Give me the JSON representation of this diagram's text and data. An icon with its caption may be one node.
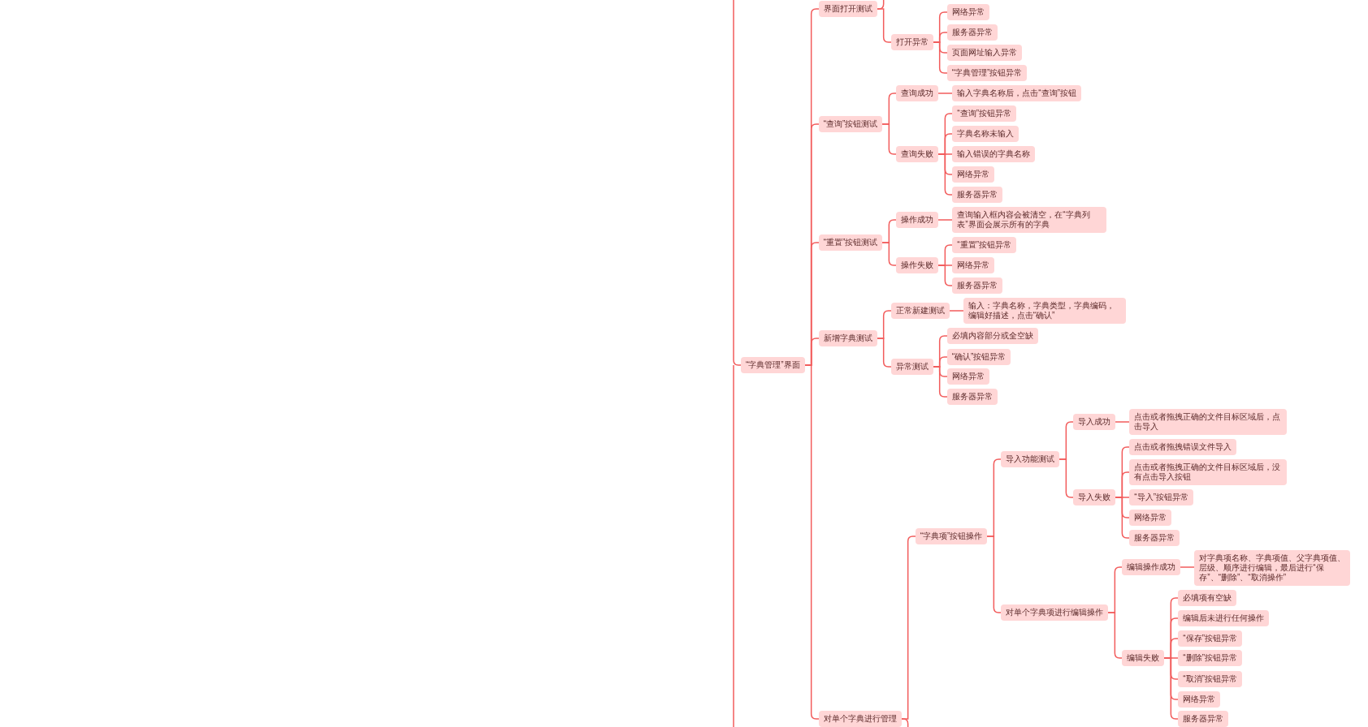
{
  "diagram": {
    "nodes": [
      {
        "text": [
          "“字典管理”界面"
        ]
      },
      {
        "text": [
          "界面打开测试"
        ]
      },
      {
        "text": [
          "打开异常"
        ]
      },
      {
        "text": [
          "网络异常"
        ]
      },
      {
        "text": [
          "服务器异常"
        ]
      },
      {
        "text": [
          "页面网址输入异常"
        ]
      },
      {
        "text": [
          "“字典管理”按钮异常"
        ]
      },
      {
        "text": [
          "“查询”按钮测试"
        ]
      },
      {
        "text": [
          "查询成功"
        ]
      },
      {
        "text": [
          "输入字典名称后，点击“查询”按钮"
        ]
      },
      {
        "text": [
          "查询失败"
        ]
      },
      {
        "text": [
          "“查询”按钮异常"
        ]
      },
      {
        "text": [
          "字典名称未输入"
        ]
      },
      {
        "text": [
          "输入错误的字典名称"
        ]
      },
      {
        "text": [
          "网络异常"
        ]
      },
      {
        "text": [
          "服务器异常"
        ]
      },
      {
        "text": [
          "“重置”按钮测试"
        ]
      },
      {
        "text": [
          "操作成功"
        ]
      },
      {
        "text": [
          "查询输入框内容会被清空，在“字典列表”界面会展示所有的字典"
        ]
      },
      {
        "text": [
          "操作失败"
        ]
      },
      {
        "text": [
          "“重置”按钮异常"
        ]
      },
      {
        "text": [
          "网络异常"
        ]
      },
      {
        "text": [
          "服务器异常"
        ]
      },
      {
        "text": [
          "新增字典测试"
        ]
      },
      {
        "text": [
          "正常新建测试"
        ]
      },
      {
        "text": [
          "输入：字典名称，字典类型，字典编码，编辑好描述，点击“确认”"
        ]
      },
      {
        "text": [
          "异常测试"
        ]
      },
      {
        "text": [
          "必填内容部分或全空缺"
        ]
      },
      {
        "text": [
          "“确认”按钮异常"
        ]
      },
      {
        "text": [
          "网络异常"
        ]
      },
      {
        "text": [
          "服务器异常"
        ]
      },
      {
        "text": [
          "对单个字典进行管理"
        ]
      },
      {
        "text": [
          "“字典项”按钮操作"
        ]
      },
      {
        "text": [
          "导入功能测试"
        ]
      },
      {
        "text": [
          "导入成功"
        ]
      },
      {
        "text": [
          "点击或者拖拽正确的文件目标区域后，点击导入"
        ]
      },
      {
        "text": [
          "导入失败"
        ]
      },
      {
        "text": [
          "点击或者拖拽错误文件导入"
        ]
      },
      {
        "text": [
          "点击或者拖拽正确的文件目标区域后，没有点击导入按钮"
        ]
      },
      {
        "text": [
          "“导入”按钮异常"
        ]
      },
      {
        "text": [
          "网络异常"
        ]
      },
      {
        "text": [
          "服务器异常"
        ]
      },
      {
        "text": [
          "对单个字典项进行编辑操作"
        ]
      },
      {
        "text": [
          "编辑操作成功"
        ]
      },
      {
        "text": [
          "对字典项名称、字典项值、父字典项值、层级、顺序进行编辑，最后进行“保存”、“删除”、“取消操作”"
        ]
      },
      {
        "text": [
          "编辑失败"
        ]
      },
      {
        "text": [
          "必填项有空缺"
        ]
      },
      {
        "text": [
          "编辑后未进行任何操作"
        ]
      },
      {
        "text": [
          "“保存”按钮异常"
        ]
      },
      {
        "text": [
          "“删除”按钮异常"
        ]
      },
      {
        "text": [
          "“取消”按钮异常"
        ]
      },
      {
        "text": [
          "网络异常"
        ]
      },
      {
        "text": [
          "服务器异常"
        ]
      }
    ],
    "edges": [
      {
        "from": null,
        "to": 0,
        "arrow": "none"
      },
      {
        "from": 0,
        "to": 1,
        "arrow": "none"
      },
      {
        "from": 1,
        "to": null,
        "arrow": "none"
      },
      {
        "from": 1,
        "to": 2,
        "arrow": "none"
      },
      {
        "from": 2,
        "to": 3,
        "arrow": "none"
      },
      {
        "from": 2,
        "to": 4,
        "arrow": "none"
      },
      {
        "from": 2,
        "to": 5,
        "arrow": "none"
      },
      {
        "from": 2,
        "to": 6,
        "arrow": "none"
      },
      {
        "from": 0,
        "to": 7,
        "arrow": "none"
      },
      {
        "from": 7,
        "to": 8,
        "arrow": "none"
      },
      {
        "from": 8,
        "to": 9,
        "arrow": "none"
      },
      {
        "from": 7,
        "to": 10,
        "arrow": "none"
      },
      {
        "from": 10,
        "to": 11,
        "arrow": "none"
      },
      {
        "from": 10,
        "to": 12,
        "arrow": "none"
      },
      {
        "from": 10,
        "to": 13,
        "arrow": "none"
      },
      {
        "from": 10,
        "to": 14,
        "arrow": "none"
      },
      {
        "from": 10,
        "to": 15,
        "arrow": "none"
      },
      {
        "from": 0,
        "to": 16,
        "arrow": "none"
      },
      {
        "from": 16,
        "to": 17,
        "arrow": "none"
      },
      {
        "from": 17,
        "to": 18,
        "arrow": "none"
      },
      {
        "from": 16,
        "to": 19,
        "arrow": "none"
      },
      {
        "from": 19,
        "to": 20,
        "arrow": "none"
      },
      {
        "from": 19,
        "to": 21,
        "arrow": "none"
      },
      {
        "from": 19,
        "to": 22,
        "arrow": "none"
      },
      {
        "from": 0,
        "to": 23,
        "arrow": "none"
      },
      {
        "from": 23,
        "to": 24,
        "arrow": "none"
      },
      {
        "from": 24,
        "to": 25,
        "arrow": "none"
      },
      {
        "from": 23,
        "to": 26,
        "arrow": "none"
      },
      {
        "from": 26,
        "to": 27,
        "arrow": "none"
      },
      {
        "from": 26,
        "to": 28,
        "arrow": "none"
      },
      {
        "from": 26,
        "to": 29,
        "arrow": "none"
      },
      {
        "from": 26,
        "to": 30,
        "arrow": "none"
      },
      {
        "from": 0,
        "to": 31,
        "arrow": "none"
      },
      {
        "from": 31,
        "to": 32,
        "arrow": "none"
      },
      {
        "from": 31,
        "to": null,
        "arrow": "none"
      },
      {
        "from": 32,
        "to": 33,
        "arrow": "none"
      },
      {
        "from": 33,
        "to": 34,
        "arrow": "none"
      },
      {
        "from": 34,
        "to": 35,
        "arrow": "none"
      },
      {
        "from": 33,
        "to": 36,
        "arrow": "none"
      },
      {
        "from": 36,
        "to": 37,
        "arrow": "none"
      },
      {
        "from": 36,
        "to": 38,
        "arrow": "none"
      },
      {
        "from": 36,
        "to": 39,
        "arrow": "none"
      },
      {
        "from": 36,
        "to": 40,
        "arrow": "none"
      },
      {
        "from": 36,
        "to": 41,
        "arrow": "none"
      },
      {
        "from": 32,
        "to": 42,
        "arrow": "none"
      },
      {
        "from": 42,
        "to": 43,
        "arrow": "none"
      },
      {
        "from": 43,
        "to": 44,
        "arrow": "none"
      },
      {
        "from": 42,
        "to": 45,
        "arrow": "none"
      },
      {
        "from": 45,
        "to": 46,
        "arrow": "none"
      },
      {
        "from": 45,
        "to": 47,
        "arrow": "none"
      },
      {
        "from": 45,
        "to": 48,
        "arrow": "none"
      },
      {
        "from": 45,
        "to": 49,
        "arrow": "none"
      },
      {
        "from": 45,
        "to": 50,
        "arrow": "none"
      },
      {
        "from": 45,
        "to": 51,
        "arrow": "none"
      },
      {
        "from": 45,
        "to": 52,
        "arrow": "none"
      }
    ]
  }
}
